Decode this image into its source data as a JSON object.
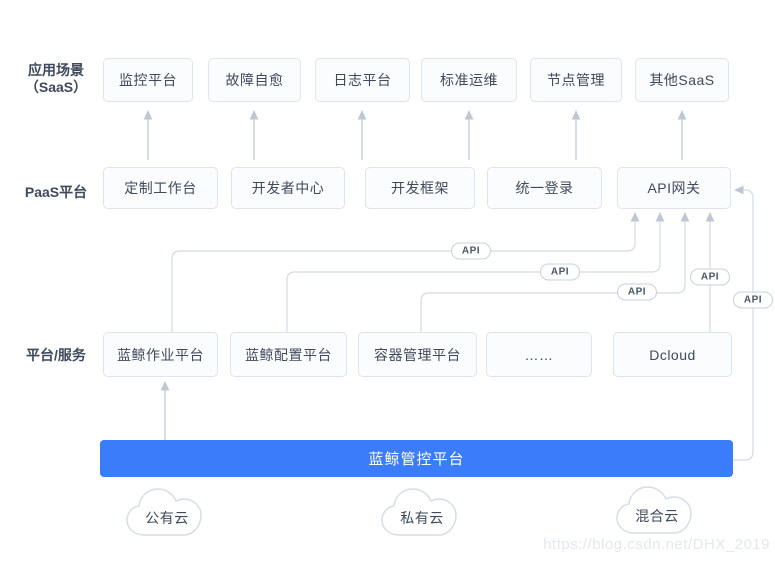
{
  "rows": {
    "saas": {
      "label_line1": "应用场景",
      "label_line2": "（SaaS）",
      "items": [
        "监控平台",
        "故障自愈",
        "日志平台",
        "标准运维",
        "节点管理",
        "其他SaaS"
      ]
    },
    "paas": {
      "label": "PaaS平台",
      "items": [
        "定制工作台",
        "开发者中心",
        "开发框架",
        "统一登录",
        "API网关"
      ]
    },
    "platform": {
      "label": "平台/服务",
      "items": [
        "蓝鲸作业平台",
        "蓝鲸配置平台",
        "容器管理平台",
        "……",
        "Dcloud"
      ]
    }
  },
  "control_bar": {
    "label": "蓝鲸管控平台"
  },
  "clouds": [
    "公有云",
    "私有云",
    "混合云"
  ],
  "api_label": "API",
  "watermark": "https://blog.csdn.net/DHX_2019",
  "colors": {
    "accent_blue": "#3b7cfa",
    "node_border": "#dfe3eb",
    "node_background": "#fbfcfe",
    "text": "#3e4a5b",
    "connector": "#d4dae3",
    "arrow": "#bfc7d3",
    "watermark": "#e4e7ef"
  }
}
